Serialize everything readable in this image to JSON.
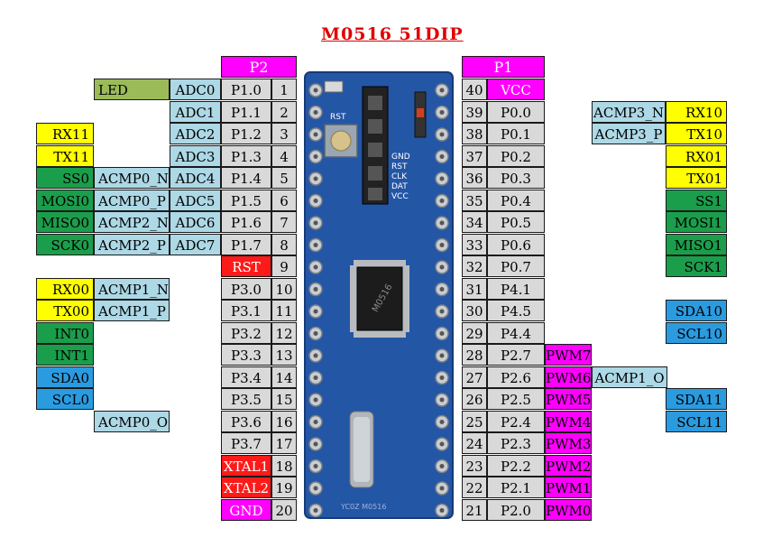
{
  "title": "M0516 51DIP",
  "colors": {
    "magenta": "#ff00ff",
    "green": "#1b9e4b",
    "yellow": "#ffff00",
    "lightblue": "#add8e6",
    "blue": "#2b9be0",
    "red": "#ff1a1a",
    "olive": "#9bbb59",
    "gray": "#d9d9d9",
    "board_blue": "#2456a6"
  },
  "headers": {
    "p2": "P2",
    "p1": "P1"
  },
  "left_rows": [
    {
      "c1": "",
      "c2": "LED",
      "c3": "ADC0",
      "pin": "P1.0",
      "num": "1"
    },
    {
      "c1": "",
      "c2": "",
      "c3": "ADC1",
      "pin": "P1.1",
      "num": "2"
    },
    {
      "c1": "RX11",
      "c2": "",
      "c3": "ADC2",
      "pin": "P1.2",
      "num": "3"
    },
    {
      "c1": "TX11",
      "c2": "",
      "c3": "ADC3",
      "pin": "P1.3",
      "num": "4"
    },
    {
      "c1": "SS0",
      "c2": "ACMP0_N",
      "c3": "ADC4",
      "pin": "P1.4",
      "num": "5"
    },
    {
      "c1": "MOSI0",
      "c2": "ACMP0_P",
      "c3": "ADC5",
      "pin": "P1.5",
      "num": "6"
    },
    {
      "c1": "MISO0",
      "c2": "ACMP2_N",
      "c3": "ADC6",
      "pin": "P1.6",
      "num": "7"
    },
    {
      "c1": "SCK0",
      "c2": "ACMP2_P",
      "c3": "ADC7",
      "pin": "P1.7",
      "num": "8"
    },
    {
      "c1": "",
      "c2": "",
      "c3": "",
      "pin": "RST",
      "num": "9"
    },
    {
      "c1": "RX00",
      "c2": "ACMP1_N",
      "c3": "",
      "pin": "P3.0",
      "num": "10"
    },
    {
      "c1": "TX00",
      "c2": "ACMP1_P",
      "c3": "",
      "pin": "P3.1",
      "num": "11"
    },
    {
      "c1": "INT0",
      "c2": "",
      "c3": "",
      "pin": "P3.2",
      "num": "12"
    },
    {
      "c1": "INT1",
      "c2": "",
      "c3": "",
      "pin": "P3.3",
      "num": "13"
    },
    {
      "c1": "SDA0",
      "c2": "",
      "c3": "",
      "pin": "P3.4",
      "num": "14"
    },
    {
      "c1": "SCL0",
      "c2": "",
      "c3": "",
      "pin": "P3.5",
      "num": "15"
    },
    {
      "c1": "",
      "c2": "ACMP0_O",
      "c3": "",
      "pin": "P3.6",
      "num": "16"
    },
    {
      "c1": "",
      "c2": "",
      "c3": "",
      "pin": "P3.7",
      "num": "17"
    },
    {
      "c1": "",
      "c2": "",
      "c3": "",
      "pin": "XTAL1",
      "num": "18"
    },
    {
      "c1": "",
      "c2": "",
      "c3": "",
      "pin": "XTAL2",
      "num": "19"
    },
    {
      "c1": "",
      "c2": "",
      "c3": "",
      "pin": "GND",
      "num": "20"
    }
  ],
  "right_rows": [
    {
      "num": "40",
      "pin": "VCC",
      "f1": "",
      "f2": "",
      "f3": ""
    },
    {
      "num": "39",
      "pin": "P0.0",
      "f1": "",
      "f2": "ACMP3_N",
      "f3": "RX10"
    },
    {
      "num": "38",
      "pin": "P0.1",
      "f1": "",
      "f2": "ACMP3_P",
      "f3": "TX10"
    },
    {
      "num": "37",
      "pin": "P0.2",
      "f1": "",
      "f2": "",
      "f3": "RX01"
    },
    {
      "num": "36",
      "pin": "P0.3",
      "f1": "",
      "f2": "",
      "f3": "TX01"
    },
    {
      "num": "35",
      "pin": "P0.4",
      "f1": "",
      "f2": "",
      "f3": "SS1"
    },
    {
      "num": "34",
      "pin": "P0.5",
      "f1": "",
      "f2": "",
      "f3": "MOSI1"
    },
    {
      "num": "33",
      "pin": "P0.6",
      "f1": "",
      "f2": "",
      "f3": "MISO1"
    },
    {
      "num": "32",
      "pin": "P0.7",
      "f1": "",
      "f2": "",
      "f3": "SCK1"
    },
    {
      "num": "31",
      "pin": "P4.1",
      "f1": "",
      "f2": "",
      "f3": ""
    },
    {
      "num": "30",
      "pin": "P4.5",
      "f1": "",
      "f2": "",
      "f3": "SDA10"
    },
    {
      "num": "29",
      "pin": "P4.4",
      "f1": "",
      "f2": "",
      "f3": "SCL10"
    },
    {
      "num": "28",
      "pin": "P2.7",
      "f1": "PWM7",
      "f2": "",
      "f3": ""
    },
    {
      "num": "27",
      "pin": "P2.6",
      "f1": "PWM6",
      "f2": "ACMP1_O",
      "f3": ""
    },
    {
      "num": "26",
      "pin": "P2.5",
      "f1": "PWM5",
      "f2": "",
      "f3": "SDA11"
    },
    {
      "num": "25",
      "pin": "P2.4",
      "f1": "PWM4",
      "f2": "",
      "f3": "SCL11"
    },
    {
      "num": "24",
      "pin": "P2.3",
      "f1": "PWM3",
      "f2": "",
      "f3": ""
    },
    {
      "num": "23",
      "pin": "P2.2",
      "f1": "PWM2",
      "f2": "",
      "f3": ""
    },
    {
      "num": "22",
      "pin": "P2.1",
      "f1": "PWM1",
      "f2": "",
      "f3": ""
    },
    {
      "num": "21",
      "pin": "P2.0",
      "f1": "PWM0",
      "f2": "",
      "f3": ""
    }
  ],
  "board": {
    "silk_rst": "RST",
    "silk_header": [
      "GND",
      "RST",
      "CLK",
      "DAT",
      "VCC"
    ],
    "pcb_logo_text": "M0516",
    "pcb_bottom_text": "YC0Z M0516"
  }
}
